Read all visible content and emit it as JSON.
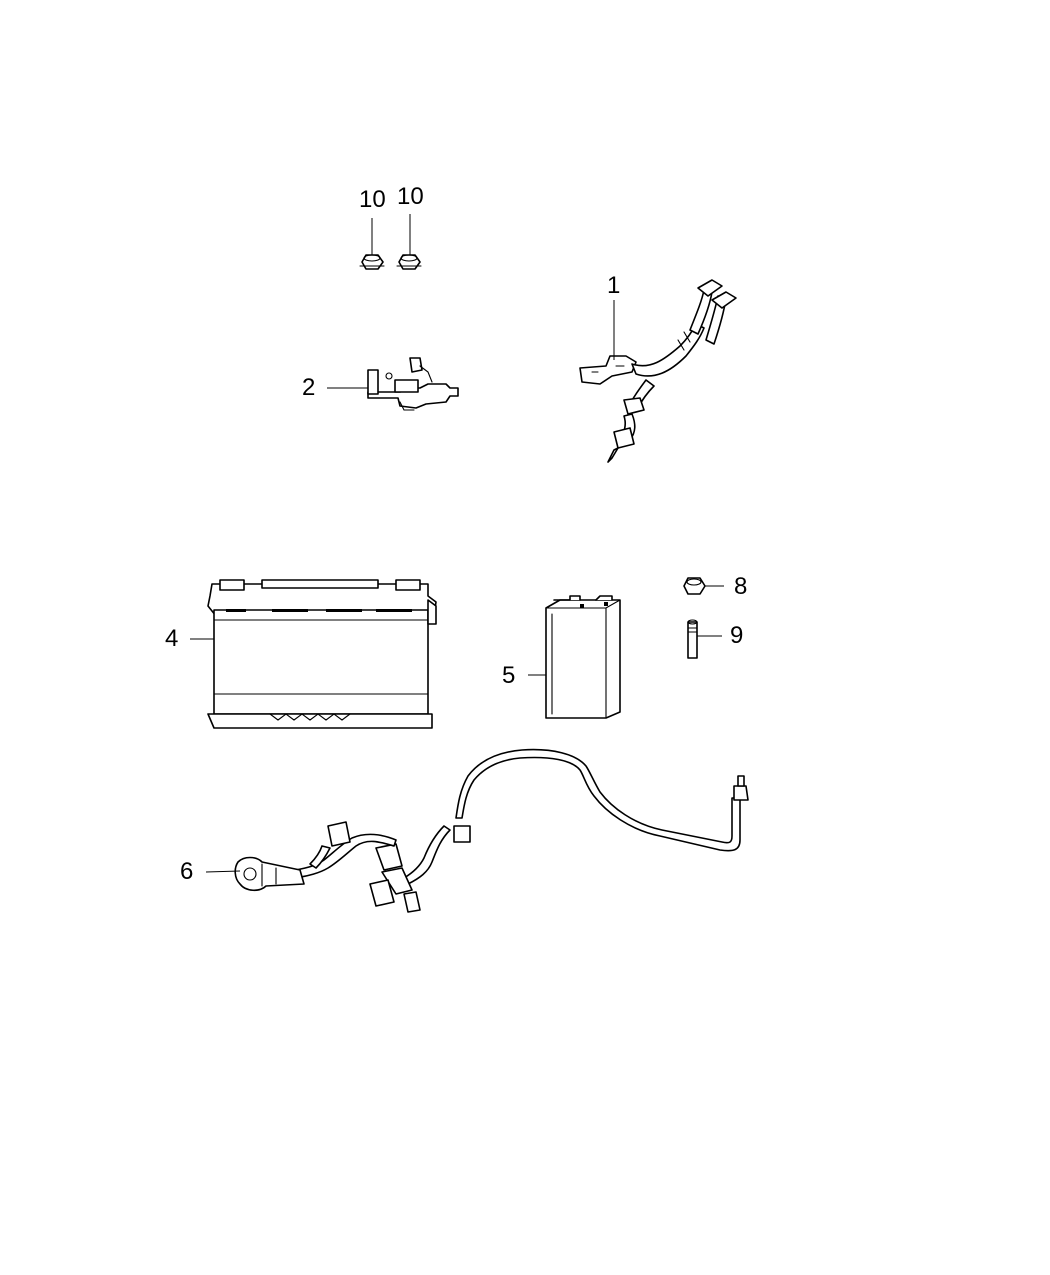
{
  "callouts": {
    "c1": "1",
    "c2": "2",
    "c4": "4",
    "c5": "5",
    "c6": "6",
    "c8": "8",
    "c9": "9",
    "c10a": "10",
    "c10b": "10"
  },
  "colors": {
    "line": "#000000",
    "background": "#ffffff"
  }
}
